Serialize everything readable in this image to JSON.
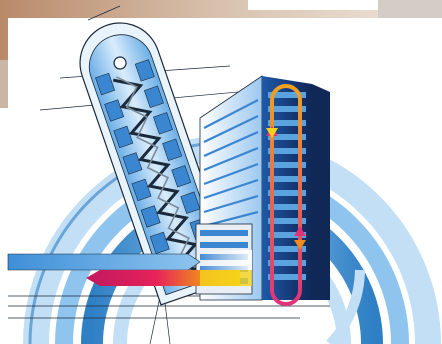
{
  "illustration": {
    "background_color": "#ffffff",
    "photo_strip_colors": [
      "#b98a6a",
      "#d8c2ae",
      "#efe6dc"
    ],
    "ring_colors": [
      "#2f7fc4",
      "#5aa3de",
      "#8fc4ee",
      "#c2dff6"
    ],
    "tower_colors": [
      "#14346e",
      "#1f5aa8",
      "#3b86d1",
      "#9cc8f0"
    ],
    "duct_colors": [
      "#3f8fd8",
      "#8ec4ef"
    ],
    "heat_arrow_colors": [
      "#c01a5e",
      "#e6215a",
      "#f08a1f",
      "#f5d21c"
    ],
    "loop_colors": [
      "#f0a21f",
      "#e0337a"
    ],
    "blueprint_line_color": "#1a2a3a",
    "icons": [
      "heat-flow-arrow",
      "cool-air-arrow",
      "circulation-loop",
      "solar-collector-tower",
      "high-rise-building"
    ]
  }
}
